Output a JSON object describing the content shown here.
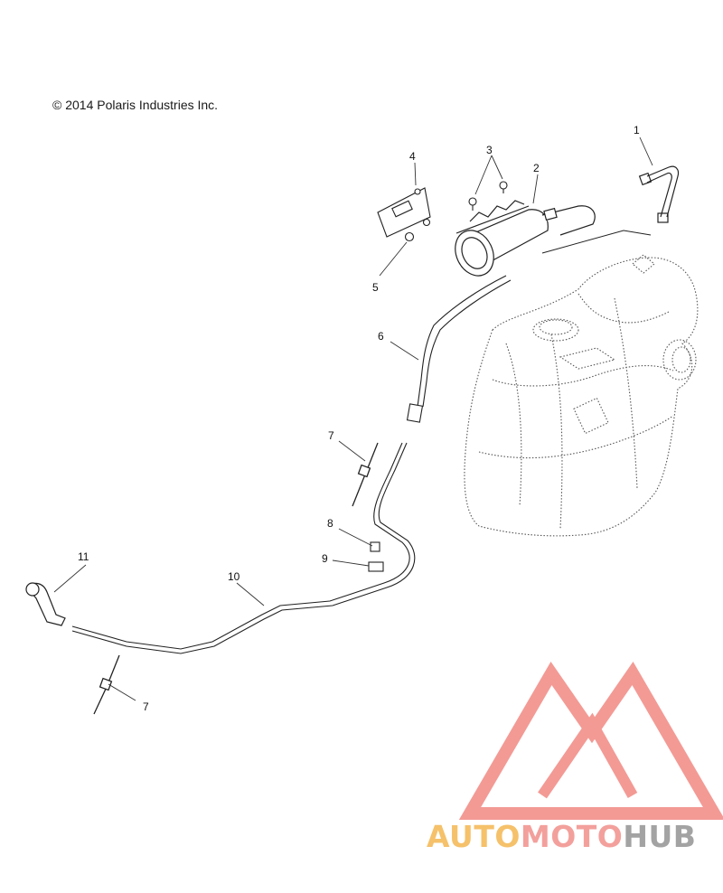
{
  "copyright": "© 2014 Polaris Industries Inc.",
  "callouts": [
    {
      "id": "c1",
      "label": "1"
    },
    {
      "id": "c2",
      "label": "2"
    },
    {
      "id": "c3",
      "label": "3"
    },
    {
      "id": "c4",
      "label": "4"
    },
    {
      "id": "c5",
      "label": "5"
    },
    {
      "id": "c6",
      "label": "6"
    },
    {
      "id": "c7a",
      "label": "7"
    },
    {
      "id": "c7b",
      "label": "7"
    },
    {
      "id": "c8",
      "label": "8"
    },
    {
      "id": "c9",
      "label": "9"
    },
    {
      "id": "c10",
      "label": "10"
    },
    {
      "id": "c11",
      "label": "11"
    }
  ],
  "watermark": {
    "part1": "AUTO",
    "part2": "MOTO",
    "part3": "HUB",
    "colors": {
      "auto": "#f5c16a",
      "moto": "#f3a09c",
      "hub": "#a3a3a3",
      "logo": "#f39a95"
    }
  }
}
